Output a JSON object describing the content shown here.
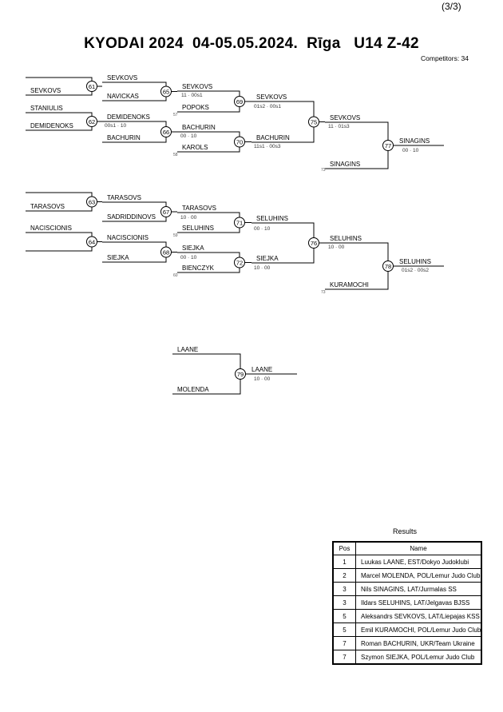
{
  "page_number": "(3/3)",
  "title": "KYODAI 2024  04-05.05.2024.  Rīga   U14 Z-42",
  "competitors": "Competitors: 34",
  "bracket": {
    "entries": [
      {
        "id": "e1",
        "name": "SEVKOVS"
      },
      {
        "id": "e2",
        "name": "STANIULIS"
      },
      {
        "id": "e3",
        "name": "DEMIDENOKS"
      },
      {
        "id": "e4",
        "name": "SEVKOVS"
      },
      {
        "id": "e5",
        "name": "NAVICKAS"
      },
      {
        "id": "e6",
        "name": "DEMIDENOKS"
      },
      {
        "id": "e7",
        "name": "BACHURIN"
      },
      {
        "id": "e8",
        "name": "SEVKOVS"
      },
      {
        "id": "e9",
        "name": "POPOKS"
      },
      {
        "id": "e10",
        "name": "BACHURIN"
      },
      {
        "id": "e11",
        "name": "KAROLS"
      },
      {
        "id": "e12",
        "name": "SEVKOVS"
      },
      {
        "id": "e13",
        "name": "BACHURIN"
      },
      {
        "id": "e14",
        "name": "SEVKOVS"
      },
      {
        "id": "e15",
        "name": "SINAGINS"
      },
      {
        "id": "e16",
        "name": "SINAGINS"
      },
      {
        "id": "e17",
        "name": "TARASOVS"
      },
      {
        "id": "e18",
        "name": "NACISCIONIS"
      },
      {
        "id": "e19",
        "name": "TARASOVS"
      },
      {
        "id": "e20",
        "name": "SADRIDDINOVS"
      },
      {
        "id": "e21",
        "name": "NACISCIONIS"
      },
      {
        "id": "e22",
        "name": "SIEJKA"
      },
      {
        "id": "e23",
        "name": "TARASOVS"
      },
      {
        "id": "e24",
        "name": "SELUHINS"
      },
      {
        "id": "e25",
        "name": "SIEJKA"
      },
      {
        "id": "e26",
        "name": "BIENCZYK"
      },
      {
        "id": "e27",
        "name": "SELUHINS"
      },
      {
        "id": "e28",
        "name": "SIEJKA"
      },
      {
        "id": "e29",
        "name": "SELUHINS"
      },
      {
        "id": "e30",
        "name": "KURAMOCHI"
      },
      {
        "id": "e31",
        "name": "SELUHINS"
      },
      {
        "id": "e32",
        "name": "LAANE"
      },
      {
        "id": "e33",
        "name": "MOLENDA"
      },
      {
        "id": "e34",
        "name": "LAANE"
      }
    ],
    "matches": [
      "61",
      "62",
      "63",
      "64",
      "65",
      "66",
      "67",
      "68",
      "69",
      "70",
      "71",
      "72",
      "75",
      "76",
      "77",
      "78",
      "79"
    ],
    "scores": [
      {
        "id": "s1",
        "text": "11 · 00s1"
      },
      {
        "id": "s2",
        "text": "00s1 · 10"
      },
      {
        "id": "s3",
        "text": "00 · 10"
      },
      {
        "id": "s4",
        "text": "01s2 · 00s1"
      },
      {
        "id": "s5",
        "text": "11s1 · 00s3"
      },
      {
        "id": "s6",
        "text": "11 · 01s3"
      },
      {
        "id": "s7",
        "text": "00 · 10"
      },
      {
        "id": "s8",
        "text": "10 · 00"
      },
      {
        "id": "s9",
        "text": "00 · 10"
      },
      {
        "id": "s10",
        "text": "00 · 10"
      },
      {
        "id": "s11",
        "text": "10 · 00"
      },
      {
        "id": "s12",
        "text": "10 · 00"
      },
      {
        "id": "s13",
        "text": "01s2 · 00s2"
      },
      {
        "id": "s14",
        "text": "10 · 00"
      }
    ],
    "from_refs": [
      {
        "id": "r1",
        "text": "57"
      },
      {
        "id": "r2",
        "text": "58"
      },
      {
        "id": "r3",
        "text": "73"
      },
      {
        "id": "r4",
        "text": "59"
      },
      {
        "id": "r5",
        "text": "60"
      },
      {
        "id": "r6",
        "text": "73"
      }
    ]
  },
  "results": {
    "title": "Results",
    "headers": {
      "pos": "Pos",
      "name": "Name"
    },
    "rows": [
      {
        "pos": "1",
        "name": "Luukas LAANE, EST/Dokyo Judoklubi"
      },
      {
        "pos": "2",
        "name": "Marcel MOLENDA, POL/Lemur Judo Club"
      },
      {
        "pos": "3",
        "name": "Nils SINAGINS, LAT/Jurmalas SS"
      },
      {
        "pos": "3",
        "name": "Ildars SELUHINS, LAT/Jelgavas BJSS"
      },
      {
        "pos": "5",
        "name": "Aleksandrs SEVKOVS, LAT/Liepajas KSS"
      },
      {
        "pos": "5",
        "name": "Emil KURAMOCHI, POL/Lemur Judo Club"
      },
      {
        "pos": "7",
        "name": "Roman BACHURIN, UKR/Team Ukraine"
      },
      {
        "pos": "7",
        "name": "Szymon SIEJKA, POL/Lemur Judo Club"
      }
    ]
  }
}
